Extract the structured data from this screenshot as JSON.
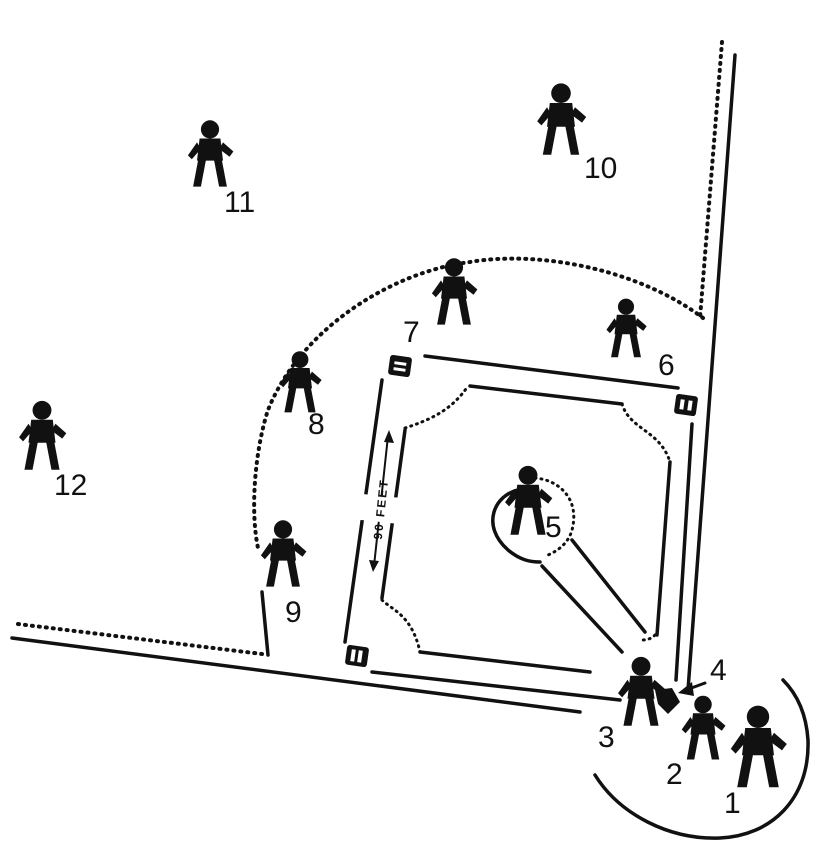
{
  "diagram": {
    "distance_label": "90 FEET",
    "positions": [
      {
        "id": "p1",
        "label": "1"
      },
      {
        "id": "p2",
        "label": "2"
      },
      {
        "id": "p3",
        "label": "3"
      },
      {
        "id": "p4",
        "label": "4"
      },
      {
        "id": "p5",
        "label": "5"
      },
      {
        "id": "p6",
        "label": "6"
      },
      {
        "id": "p7",
        "label": "7"
      },
      {
        "id": "p8",
        "label": "8"
      },
      {
        "id": "p9",
        "label": "9"
      },
      {
        "id": "p10",
        "label": "10"
      },
      {
        "id": "p11",
        "label": "11"
      },
      {
        "id": "p12",
        "label": "12"
      }
    ]
  }
}
